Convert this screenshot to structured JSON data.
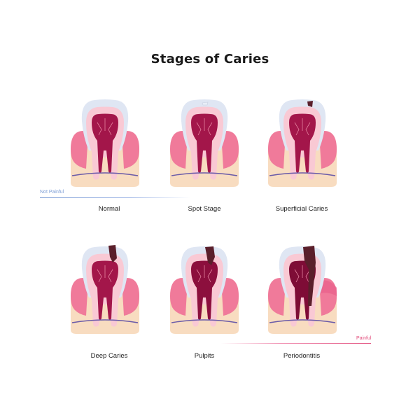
{
  "title": "Stages of Caries",
  "scale": {
    "start_label": "Not Painful",
    "end_label": "Painful",
    "start_color": "#7f9fd6",
    "end_color": "#e24e7d"
  },
  "stages": [
    {
      "label": "Normal",
      "decay": "none"
    },
    {
      "label": "Spot Stage",
      "decay": "spot"
    },
    {
      "label": "Superficial Caries",
      "decay": "superficial"
    },
    {
      "label": "Deep Caries",
      "decay": "deep"
    },
    {
      "label": "Pulpits",
      "decay": "pulpitis"
    },
    {
      "label": "Periodontitis",
      "decay": "periodontitis"
    }
  ],
  "colors": {
    "enamel": "#dfe6f3",
    "gum": "#f07a9a",
    "bone": "#f8dcc0",
    "dentin": "#f9c9d4",
    "pulp": "#a3164a",
    "decay": "#5a1f2b",
    "nerve": "#6a5aa8"
  }
}
